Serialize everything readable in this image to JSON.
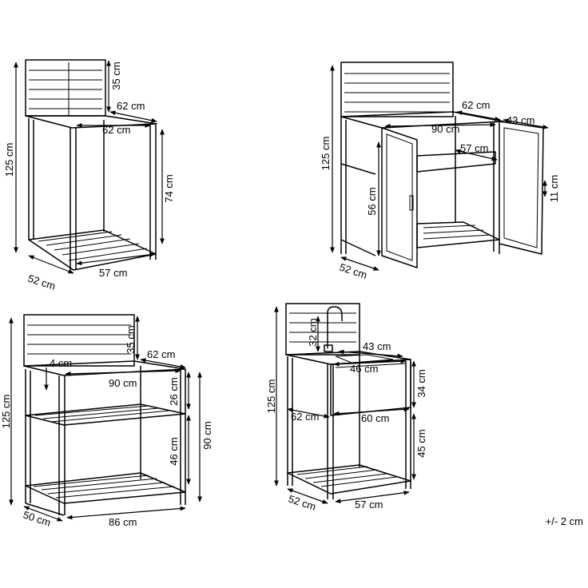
{
  "units": {
    "top_left": {
      "height_total": "125 cm",
      "backrest_height": "35 cm",
      "depth_top": "62 cm",
      "width_top": "62 cm",
      "leg_height": "74 cm",
      "depth_base": "52 cm",
      "width_base": "57 cm"
    },
    "top_right": {
      "height_total": "125 cm",
      "depth_top": "62 cm",
      "side_depth": "43 cm",
      "width_top": "90 cm",
      "inner_depth": "57 cm",
      "door_height": "56 cm",
      "gap": "11 cm",
      "depth_base": "52 cm"
    },
    "bottom_left": {
      "height_total": "125 cm",
      "backrest_height": "35 cm",
      "depth_top": "62 cm",
      "lip": "4 cm",
      "width_top": "90 cm",
      "upper_gap": "26 cm",
      "counter_height": "90 cm",
      "lower_gap": "46 cm",
      "depth_base": "50 cm",
      "width_base": "86 cm"
    },
    "bottom_right": {
      "height_total": "125 cm",
      "backrest_height": "32 cm",
      "basin_depth": "43 cm",
      "basin_width": "46 cm",
      "basin_height": "34 cm",
      "depth_top": "62 cm",
      "width_top": "60 cm",
      "leg_height": "45 cm",
      "depth_base": "52 cm",
      "width_base": "57 cm"
    }
  },
  "tolerance": "+/- 2 cm"
}
